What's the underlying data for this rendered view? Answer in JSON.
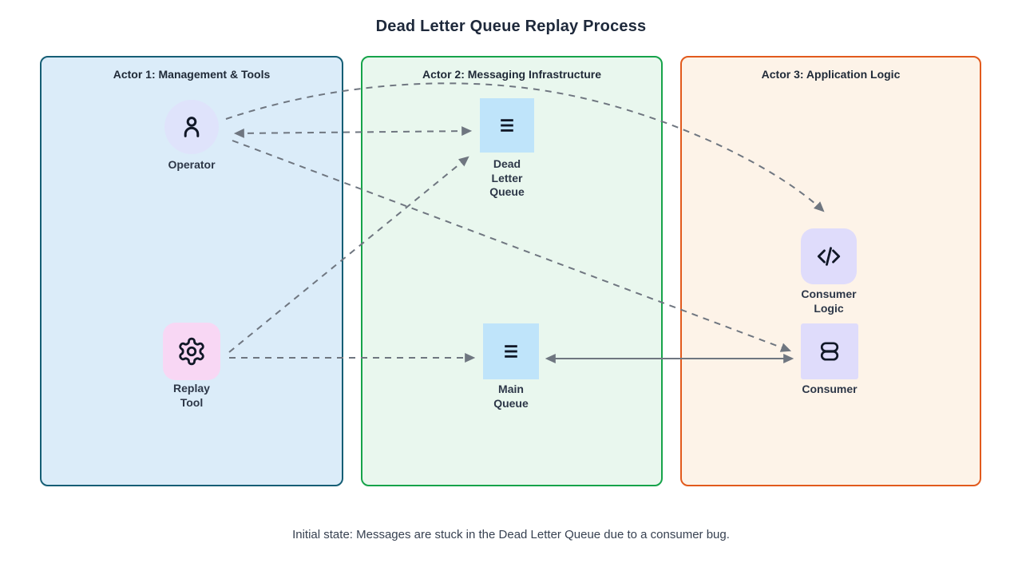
{
  "diagram": {
    "title": "Dead Letter Queue Replay Process",
    "caption": "Initial state: Messages are stuck in the Dead Letter Queue due to a consumer bug."
  },
  "actors": [
    {
      "id": "management-tools",
      "label": "Actor 1: Management & Tools"
    },
    {
      "id": "messaging-infrastructure",
      "label": "Actor 2: Messaging Infrastructure"
    },
    {
      "id": "application-logic",
      "label": "Actor 3: Application Logic"
    }
  ],
  "nodes": {
    "operator": {
      "label": "Operator",
      "icon": "person-icon",
      "shape": "circle"
    },
    "replay_tool": {
      "label": "Replay\nTool",
      "icon": "gear-icon",
      "shape": "rounded-square"
    },
    "dead_letter_queue": {
      "label": "Dead\nLetter\nQueue",
      "icon": "queue-lines-icon",
      "shape": "square"
    },
    "main_queue": {
      "label": "Main\nQueue",
      "icon": "queue-lines-icon",
      "shape": "square"
    },
    "consumer_logic": {
      "label": "Consumer\nLogic",
      "icon": "code-icon",
      "shape": "rounded-square"
    },
    "consumer": {
      "label": "Consumer",
      "icon": "database-stack-icon",
      "shape": "square"
    }
  },
  "edges": [
    {
      "from": "Operator",
      "to": "Dead Letter Queue",
      "style": "dashed",
      "direction": "both"
    },
    {
      "from": "Operator",
      "to": "Consumer Logic",
      "style": "dashed",
      "direction": "forward",
      "shape": "curved"
    },
    {
      "from": "Operator",
      "to": "Consumer",
      "style": "dashed",
      "direction": "forward"
    },
    {
      "from": "Replay Tool",
      "to": "Dead Letter Queue",
      "style": "dashed",
      "direction": "forward"
    },
    {
      "from": "Replay Tool",
      "to": "Main Queue",
      "style": "dashed",
      "direction": "forward"
    },
    {
      "from": "Main Queue",
      "to": "Consumer",
      "style": "solid",
      "direction": "both"
    }
  ],
  "colors": {
    "actor1_border": "#155e75",
    "actor1_fill": "#dbecf9",
    "actor2_border": "#16a34a",
    "actor2_fill": "#e9f7ee",
    "actor3_border": "#e25a1c",
    "actor3_fill": "#fdf3e8",
    "queue_node_fill": "#bfe4fa",
    "lavender_node_fill": "#dfdcfb",
    "operator_node_fill": "#dfe3fb",
    "replay_node_fill": "#f8d7f4",
    "arrow": "#6f7680",
    "label_text": "#2d3748",
    "title_text": "#1e293b"
  }
}
